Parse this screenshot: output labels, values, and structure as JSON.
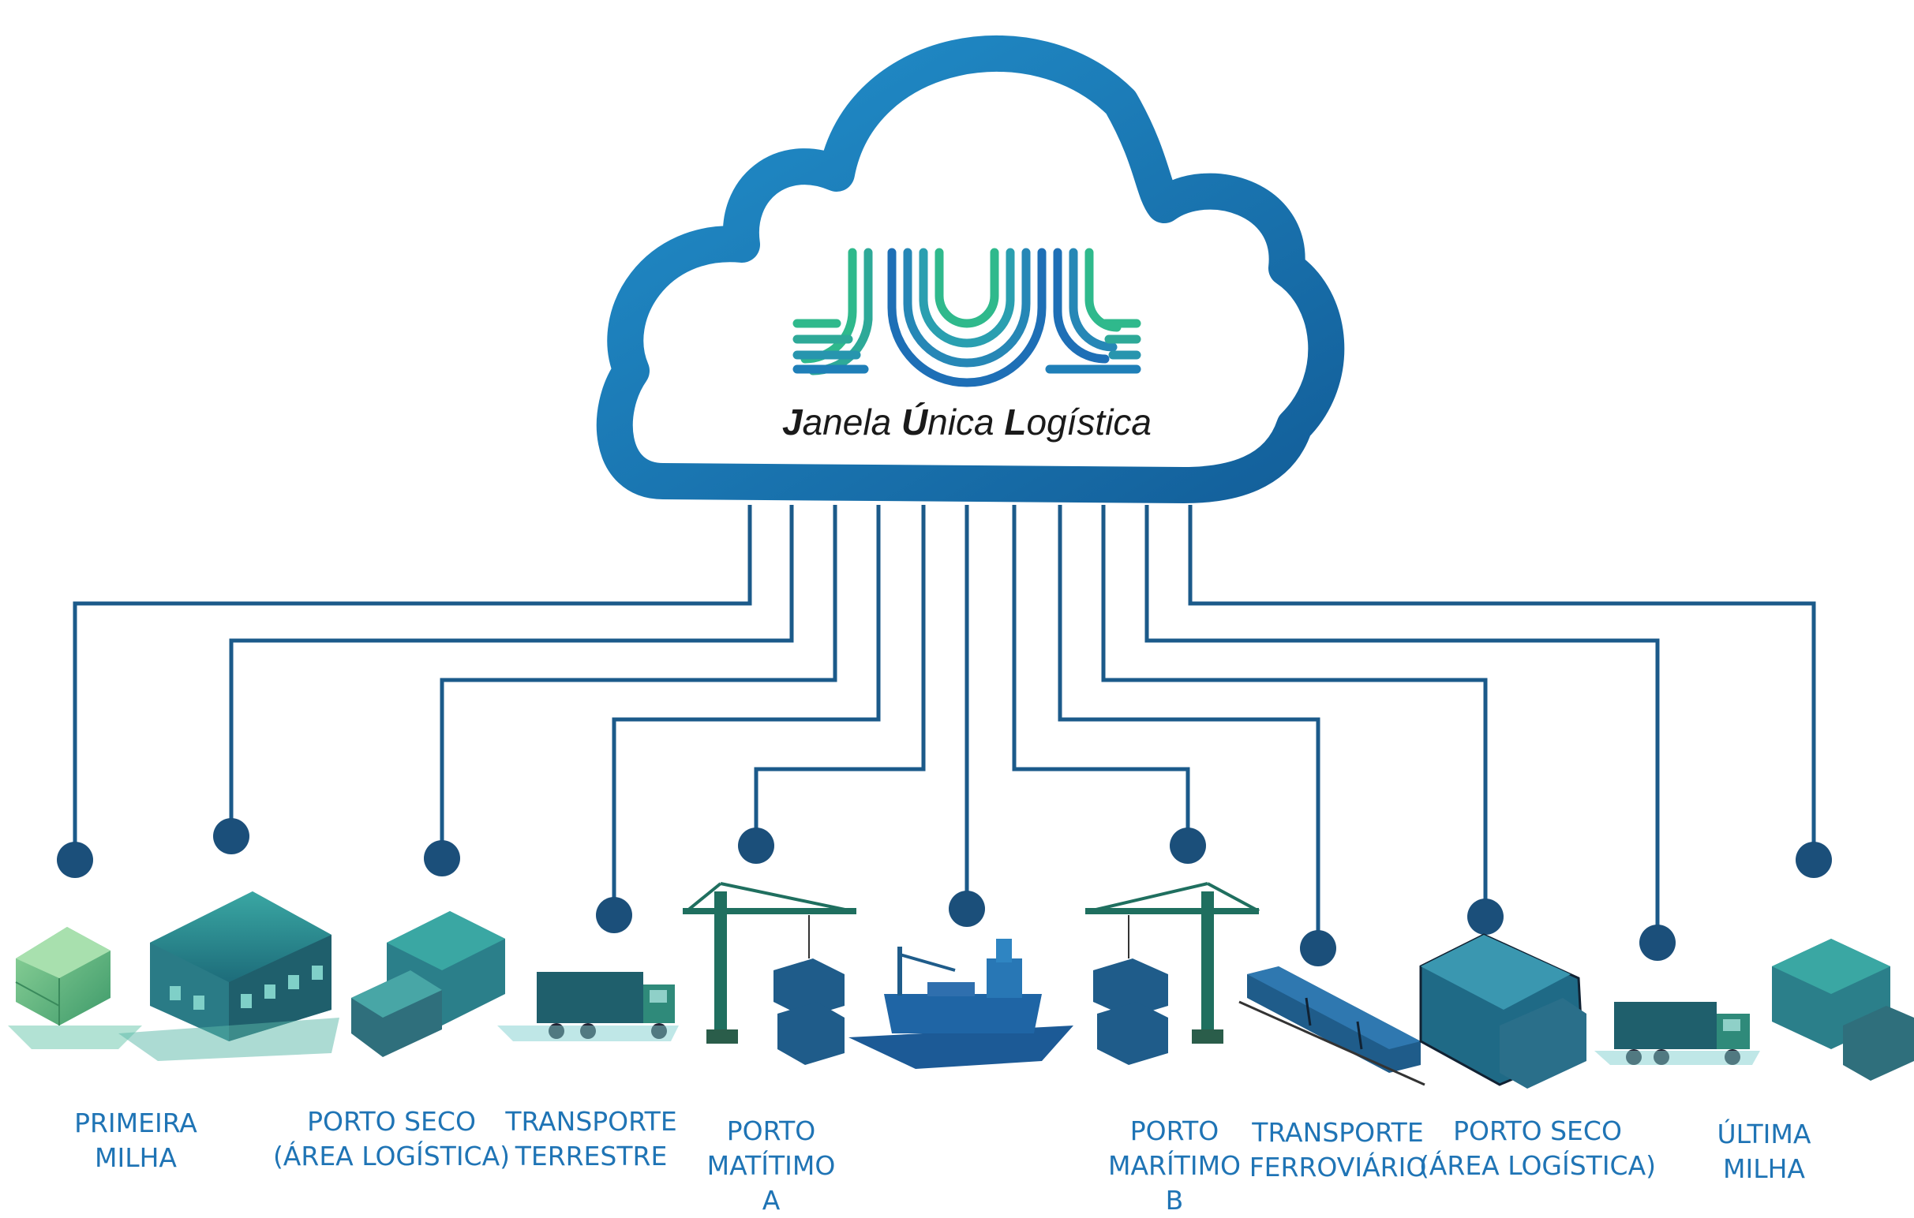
{
  "cloud": {
    "title_parts": [
      {
        "bold": "J",
        "rest": "anela "
      },
      {
        "bold": "Ú",
        "rest": "nica "
      },
      {
        "bold": "L",
        "rest": "ogística"
      }
    ],
    "logo_icon": "jul-wave-logo-icon"
  },
  "colors": {
    "line": "#1b5a8a",
    "dot": "#1b4f7a",
    "cloud_stroke": "#1a7ab8",
    "label": "#1f74b5",
    "logo_green": "#2fb98c",
    "logo_blue": "#1e6fb6"
  },
  "nodes": [
    {
      "id": "primeira-milha",
      "label_lines": [
        "PRIMEIRA",
        "MILHA"
      ],
      "icon": "warehouse-complex-icon"
    },
    {
      "id": "porto-seco-a",
      "label_lines": [
        "PORTO SECO",
        "(ÁREA LOGÍSTICA)"
      ],
      "icon": "dry-port-warehouse-icon"
    },
    {
      "id": "transporte-terrestre",
      "label_lines": [
        "TRANSPORTE",
        "TERRESTRE"
      ],
      "icon": "truck-icon"
    },
    {
      "id": "porto-matitimo-a",
      "label_lines": [
        "PORTO",
        "MATÍTIMO",
        "A"
      ],
      "icon": "port-crane-icon"
    },
    {
      "id": "navio",
      "label_lines": [],
      "icon": "cargo-ship-icon"
    },
    {
      "id": "porto-maritimo-b",
      "label_lines": [
        "PORTO",
        "MARÍTIMO",
        "B"
      ],
      "icon": "port-crane-icon"
    },
    {
      "id": "transporte-ferroviario",
      "label_lines": [
        "TRANSPORTE",
        "FERROVIÁRIO"
      ],
      "icon": "freight-train-icon"
    },
    {
      "id": "porto-seco-b",
      "label_lines": [
        "PORTO SECO",
        "(ÁREA LOGÍSTICA)"
      ],
      "icon": "dry-port-warehouse-icon"
    },
    {
      "id": "transporte-rodoviario",
      "label_lines": [],
      "icon": "truck-icon"
    },
    {
      "id": "ultima-milha",
      "label_lines": [
        "ÚLTIMA",
        "MILHA"
      ],
      "icon": "warehouse-icon"
    }
  ]
}
